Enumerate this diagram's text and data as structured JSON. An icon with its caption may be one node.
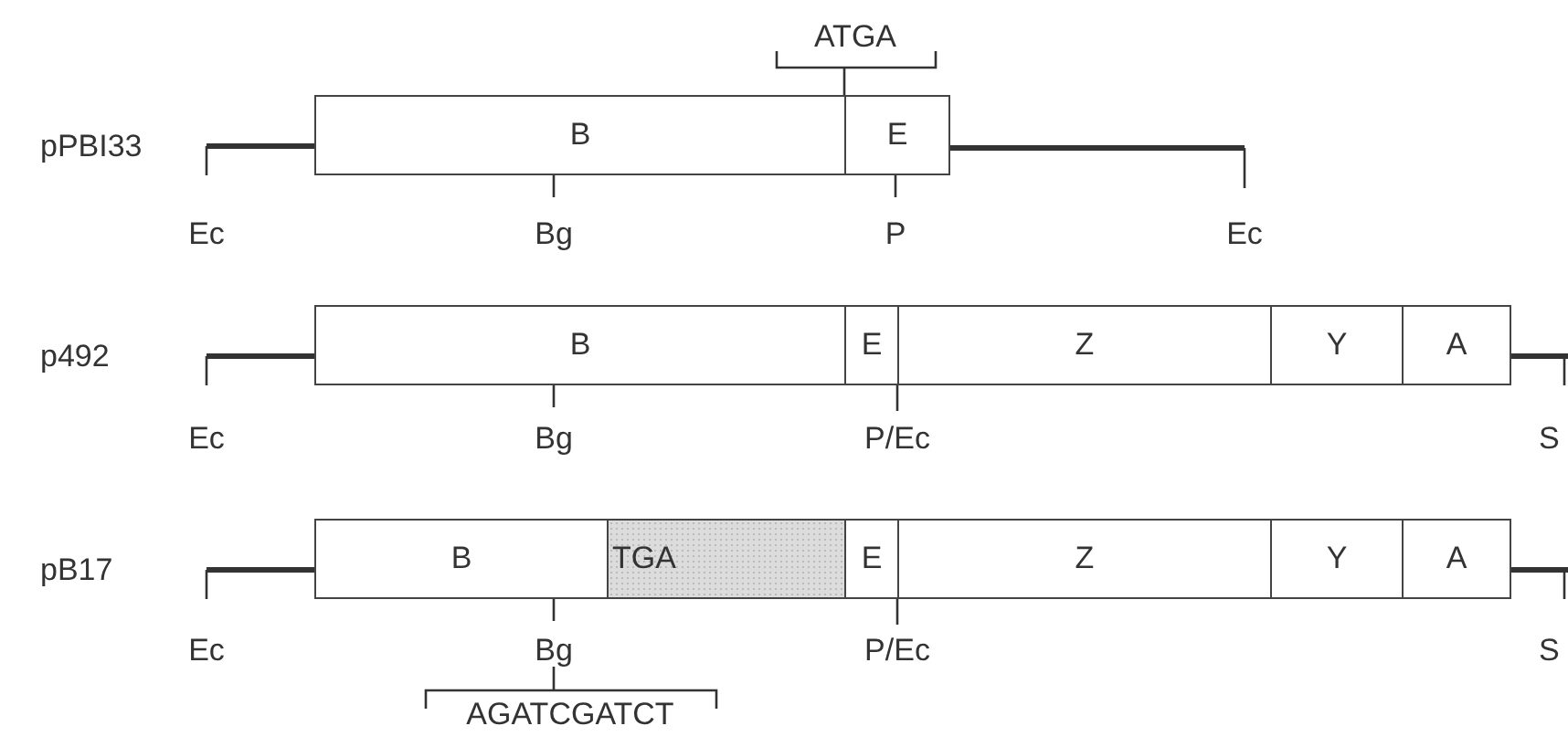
{
  "diagram": {
    "nodes": [
      {
        "text": [
          "B"
        ],
        "beside": [
          "Bg"
        ]
      },
      {
        "text": [
          "E"
        ],
        "beside": [
          "P"
        ]
      },
      {
        "text": [
          "B"
        ],
        "beside": [
          "Bg"
        ]
      },
      {
        "text": [
          "E"
        ],
        "beside": [
          "P/Ec"
        ]
      },
      {
        "text": [
          "Z"
        ]
      },
      {
        "text": [
          "Y"
        ]
      },
      {
        "text": [
          "A"
        ]
      },
      {
        "text": [
          "B"
        ],
        "beside": [
          "Bg"
        ]
      },
      {
        "text": [
          "TGA"
        ]
      },
      {
        "text": [
          "E"
        ],
        "beside": [
          "P/Ec"
        ]
      },
      {
        "text": [
          "Z"
        ]
      },
      {
        "text": [
          "Y"
        ]
      },
      {
        "text": [
          "A"
        ]
      }
    ],
    "labels": [
      "ATGA",
      "pPBI33",
      "Ec",
      "Ec",
      "p492",
      "Ec",
      "S",
      "pB17",
      "Ec",
      "S",
      "AGATCGATCT"
    ]
  }
}
